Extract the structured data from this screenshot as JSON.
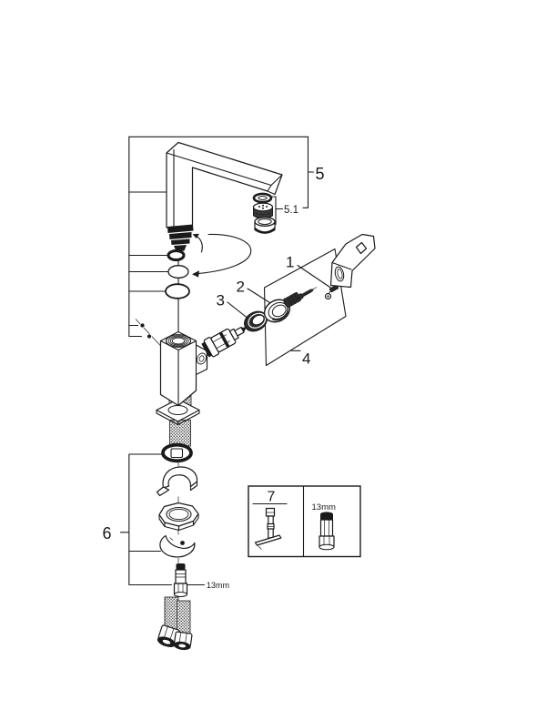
{
  "diagram": {
    "background": "#ffffff",
    "line_color": "#1a1a1a",
    "callouts": {
      "spout_group": "5",
      "aerator_group": "5.1",
      "handle_screw": "1",
      "escutcheon_cap": "2",
      "cap_ring": "3",
      "handle_group": "4",
      "mounting_group": "6",
      "tool_ref": "7"
    },
    "annotations": {
      "stud_wrench_size": "13mm",
      "tool_wrench_size": "13mm"
    }
  }
}
